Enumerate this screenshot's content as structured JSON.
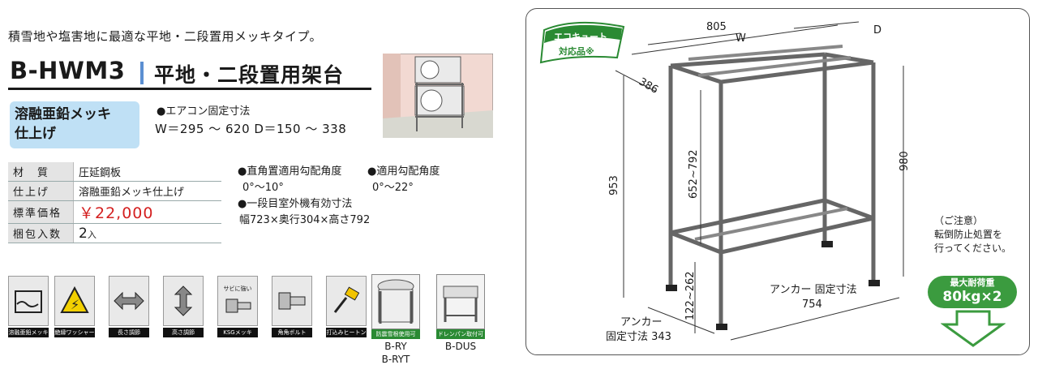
{
  "tagline": "積雪地や塩害地に最適な平地・二段置用メッキタイプ。",
  "model": {
    "code": "B-HWM3",
    "title": "平地・二段置用架台"
  },
  "finish": {
    "line1": "溶融亜鉛メッキ",
    "line2": "仕上げ"
  },
  "fixing": {
    "label": "●エアコン固定寸法",
    "value": "W＝295 ～ 620  D＝150 ～ 338"
  },
  "specs": [
    {
      "key": "材　質",
      "value": "圧延鋼板"
    },
    {
      "key": "仕上げ",
      "value": "溶融亜鉛メッキ仕上げ"
    },
    {
      "key": "標準価格",
      "value": "￥22,000"
    },
    {
      "key": "梱包入数",
      "value": "2",
      "unit": "入"
    }
  ],
  "angles": {
    "right_angle_label": "●直角置適用勾配角度",
    "right_angle_value": "0°～10°",
    "applied_label": "●適用勾配角度",
    "applied_value": "0°～22°",
    "outdoor_label": "●一段目室外機有効寸法",
    "outdoor_value": "幅723×奥行304×高さ792"
  },
  "feature_icons": [
    {
      "name": "hot-dip-galvanized-icon",
      "label": "溶融亜鉛メッキ"
    },
    {
      "name": "insulated-washer-icon",
      "label": "絶縁ワッシャー"
    },
    {
      "name": "length-adjust-icon",
      "label": "長さ調節"
    },
    {
      "name": "height-adjust-icon",
      "label": "高さ調節"
    },
    {
      "name": "ksg-plating-icon",
      "label": "KSGメッキ",
      "caption": "サビに強い"
    },
    {
      "name": "square-bolt-icon",
      "label": "角角ボルト"
    },
    {
      "name": "hit-anchor-icon",
      "label": "打込みヒートン"
    }
  ],
  "options": [
    {
      "badge": "防震雪根使用可",
      "name_line1": "B-RY",
      "name_line2": "B-RYT"
    },
    {
      "badge": "ドレンパン取付可",
      "name_line1": "B-DUS",
      "name_line2": ""
    }
  ],
  "diagram": {
    "badge_line1": "エコキュート",
    "badge_line2": "対応品※",
    "dim_805": "805",
    "dim_W": "W",
    "dim_D": "D",
    "dim_386": "386",
    "dim_980": "980",
    "dim_953": "953",
    "dim_652": "652~792",
    "dim_122": "122~262",
    "anchor_label": "アンカー 固定寸法",
    "anchor_value": "754",
    "anchor2_line1": "アンカー",
    "anchor2_line2": "固定寸法 343"
  },
  "caution": {
    "title": "（ご注意）",
    "line1": "転倒防止処置を",
    "line2": "行ってください。"
  },
  "max_load": {
    "line1": "最大耐荷重",
    "line2": "80kg×2"
  },
  "colors": {
    "accent_blue": "#5b8fd2",
    "finish_bg": "#bfe0f5",
    "price_red": "#d42020",
    "green": "#3b9b3f"
  }
}
